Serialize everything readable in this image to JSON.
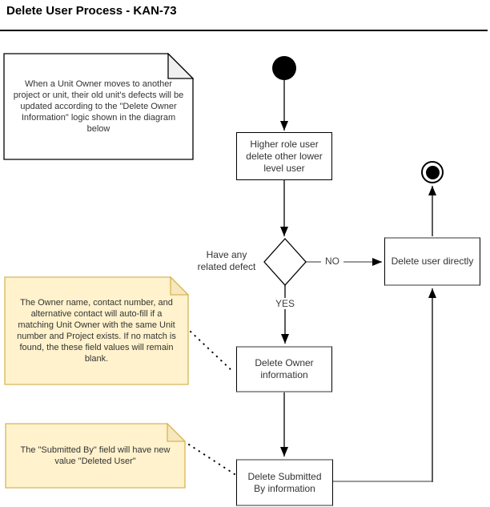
{
  "title": "Delete User Process - KAN-73",
  "colors": {
    "background": "#ffffff",
    "node_border": "#000000",
    "gray_border": "#999999",
    "note_yellow_fill": "#fff2cc",
    "note_yellow_border": "#d6b656",
    "note_yellow_fold": "#f7e7bc",
    "note_white_fill": "#ffffff",
    "note_white_fold": "#f0f0f0",
    "text": "#333333"
  },
  "nodes": {
    "start": {
      "type": "initial-node"
    },
    "higher_role": {
      "label": "Higher role user delete other lower level user"
    },
    "decision": {
      "label": "Have any related defect"
    },
    "delete_directly": {
      "label": "Delete user directly"
    },
    "delete_owner": {
      "label": "Delete Owner information"
    },
    "delete_submitted": {
      "label": "Delete Submitted By information"
    },
    "end": {
      "type": "final-node"
    }
  },
  "edge_labels": {
    "no": "NO",
    "yes": "YES"
  },
  "notes": {
    "overview": {
      "lines": [
        "When a Unit Owner moves to another",
        "project or unit, their old unit's defects will be",
        "updated according to the \"Delete Owner",
        "Information\" logic shown in the diagram",
        "below"
      ]
    },
    "owner_autofill": {
      "lines": [
        "The Owner name, contact number, and",
        "alternative contact will auto-fill if a",
        "matching Unit Owner with the same Unit",
        "number and Project exists. If no match is",
        "found, the these field values will remain",
        "blank."
      ]
    },
    "submitted_by": {
      "lines": [
        "The \"Submitted By\" field will have new",
        "value \"Deleted User\""
      ]
    }
  }
}
